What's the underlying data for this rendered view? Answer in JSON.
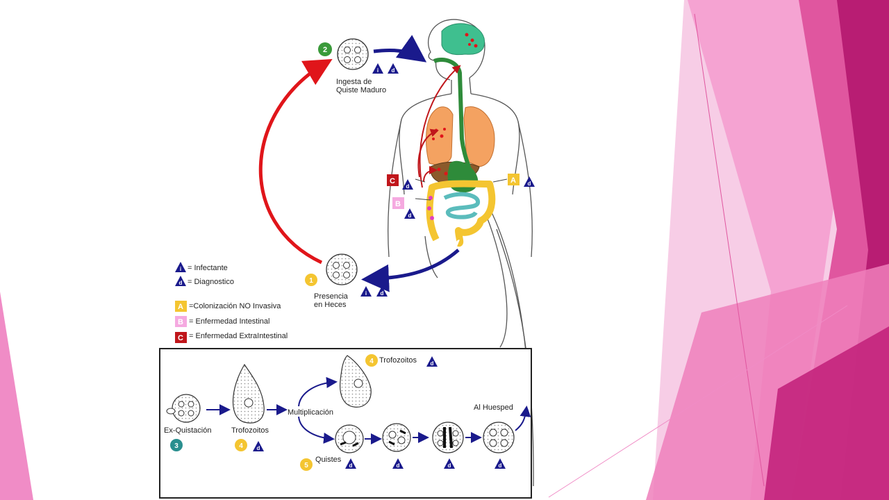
{
  "diagram": {
    "stage1": {
      "number": "1",
      "label_line1": "Presencia",
      "label_line2": "en Heces"
    },
    "stage2": {
      "number": "2",
      "label_line1": "Ingesta de",
      "label_line2": "Quiste Maduro"
    },
    "stage3": {
      "number": "3",
      "label": "Ex-Quistación"
    },
    "stage4a": {
      "number": "4",
      "label": "Trofozoitos"
    },
    "stage4b": {
      "number": "4",
      "label": "Trofozoitos"
    },
    "stage5": {
      "number": "5",
      "label": "Quistes"
    },
    "multiplication_label": "Multiplicación",
    "host_label": "Al Huesped",
    "badges": {
      "infective": "i",
      "diagnostic": "d"
    },
    "disease_letters": {
      "A": "A",
      "B": "B",
      "C": "C"
    },
    "legend": {
      "infective": "= Infectante",
      "diagnostic": "= Diagnostico",
      "A": "=Colonización NO Invasiva",
      "B": "= Enfermedad Intestinal",
      "C": "= Enfermedad ExtraIntestinal"
    }
  },
  "colors": {
    "pink_light": "#f7cde6",
    "pink_mid": "#f08cc6",
    "pink_strong": "#e0569f",
    "magenta_dark": "#b81d73",
    "navy": "#1a1a8c",
    "red_arrow": "#e0151a",
    "badge_yellow": "#f4c531",
    "badge_green": "#3a9a3a",
    "badge_teal": "#2a8f8f",
    "A_box": "#f4c531",
    "B_box": "#f5a9e0",
    "C_box": "#c0161b"
  }
}
